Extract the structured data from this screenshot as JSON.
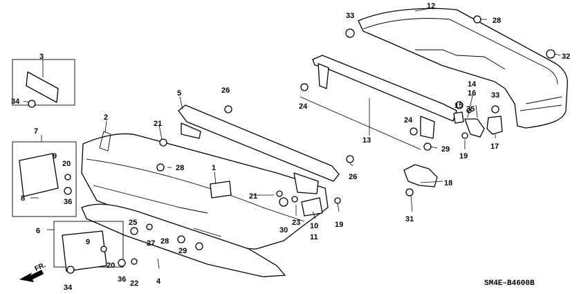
{
  "diagram_code": "SM4E–B4600B",
  "direction_label": "FR.",
  "callouts": {
    "c1": "1",
    "c2": "2",
    "c3": "3",
    "c4": "4",
    "c5": "5",
    "c6": "6",
    "c7": "7",
    "c8": "8",
    "c9a": "9",
    "c9b": "9",
    "c10": "10",
    "c11": "11",
    "c12": "12",
    "c13": "13",
    "c14": "14",
    "c15": "15",
    "c16": "16",
    "c17": "17",
    "c18": "18",
    "c19a": "19",
    "c19b": "19",
    "c20a": "20",
    "c20b": "20",
    "c21a": "21",
    "c21b": "21",
    "c22": "22",
    "c23": "23",
    "c24a": "24",
    "c24b": "24",
    "c25": "25",
    "c26a": "26",
    "c26b": "26",
    "c27": "27",
    "c28a": "28",
    "c28b": "28",
    "c28c": "28",
    "c29a": "29",
    "c29b": "29",
    "c30": "30",
    "c31": "31",
    "c32": "32",
    "c33a": "33",
    "c33b": "33",
    "c34a": "34",
    "c34b": "34",
    "c35": "35",
    "c36a": "36",
    "c36b": "36"
  }
}
